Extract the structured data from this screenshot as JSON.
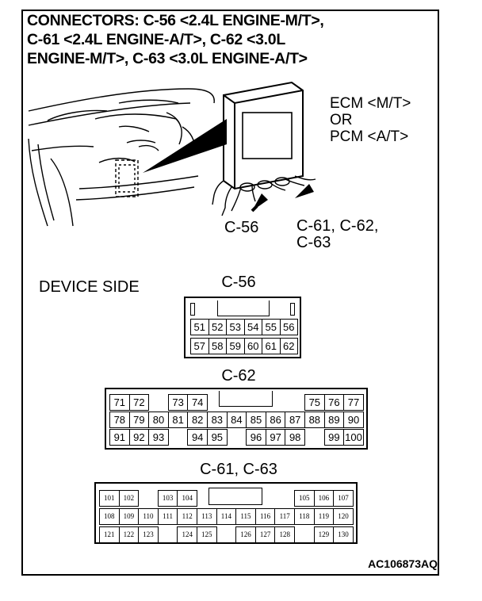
{
  "title_lines": [
    "CONNECTORS: C-56 <2.4L ENGINE-M/T>,",
    "C-61 <2.4L ENGINE-A/T>, C-62 <3.0L",
    "ENGINE-M/T>, C-63 <3.0L ENGINE-A/T>"
  ],
  "ecm_label": [
    "ECM <M/T>",
    "OR",
    "PCM <A/T>"
  ],
  "arrow_label_left": "C-56",
  "arrow_label_right": [
    "C-61, C-62,",
    "C-63"
  ],
  "device_side": "DEVICE SIDE",
  "c56": {
    "label": "C-56",
    "rows": [
      [
        "51",
        "52",
        "53",
        "54",
        "55",
        "56"
      ],
      [
        "57",
        "58",
        "59",
        "60",
        "61",
        "62"
      ]
    ]
  },
  "c62": {
    "label": "C-62",
    "row1": [
      [
        "71",
        0
      ],
      [
        "72",
        1
      ],
      [
        "73",
        3
      ],
      [
        "74",
        4
      ],
      [
        "75",
        10
      ],
      [
        "76",
        11
      ],
      [
        "77",
        12
      ]
    ],
    "row2": [
      [
        "78",
        0
      ],
      [
        "79",
        1
      ],
      [
        "80",
        2
      ],
      [
        "81",
        3
      ],
      [
        "82",
        4
      ],
      [
        "83",
        5
      ],
      [
        "84",
        6
      ],
      [
        "85",
        7
      ],
      [
        "86",
        8
      ],
      [
        "87",
        9
      ],
      [
        "88",
        10
      ],
      [
        "89",
        11
      ],
      [
        "90",
        12
      ]
    ],
    "row3": [
      [
        "91",
        0
      ],
      [
        "92",
        1
      ],
      [
        "93",
        2
      ],
      [
        "94",
        4
      ],
      [
        "95",
        5
      ],
      [
        "96",
        7
      ],
      [
        "97",
        8
      ],
      [
        "98",
        9
      ],
      [
        "99",
        11
      ],
      [
        "100",
        12
      ]
    ]
  },
  "c61": {
    "label": "C-61, C-63",
    "row1": [
      [
        "101",
        0
      ],
      [
        "102",
        1
      ],
      [
        "103",
        3
      ],
      [
        "104",
        4
      ],
      [
        "105",
        10
      ],
      [
        "106",
        11
      ],
      [
        "107",
        12
      ]
    ],
    "row2": [
      [
        "108",
        0
      ],
      [
        "109",
        1
      ],
      [
        "110",
        2
      ],
      [
        "111",
        3
      ],
      [
        "112",
        4
      ],
      [
        "113",
        5
      ],
      [
        "114",
        6
      ],
      [
        "115",
        7
      ],
      [
        "116",
        8
      ],
      [
        "117",
        9
      ],
      [
        "118",
        10
      ],
      [
        "119",
        11
      ],
      [
        "120",
        12
      ]
    ],
    "row3": [
      [
        "121",
        0
      ],
      [
        "122",
        1
      ],
      [
        "123",
        2
      ],
      [
        "124",
        4
      ],
      [
        "125",
        5
      ],
      [
        "126",
        7
      ],
      [
        "127",
        8
      ],
      [
        "128",
        9
      ],
      [
        "129",
        11
      ],
      [
        "130",
        12
      ]
    ]
  },
  "figure_code": "AC106873AQ"
}
